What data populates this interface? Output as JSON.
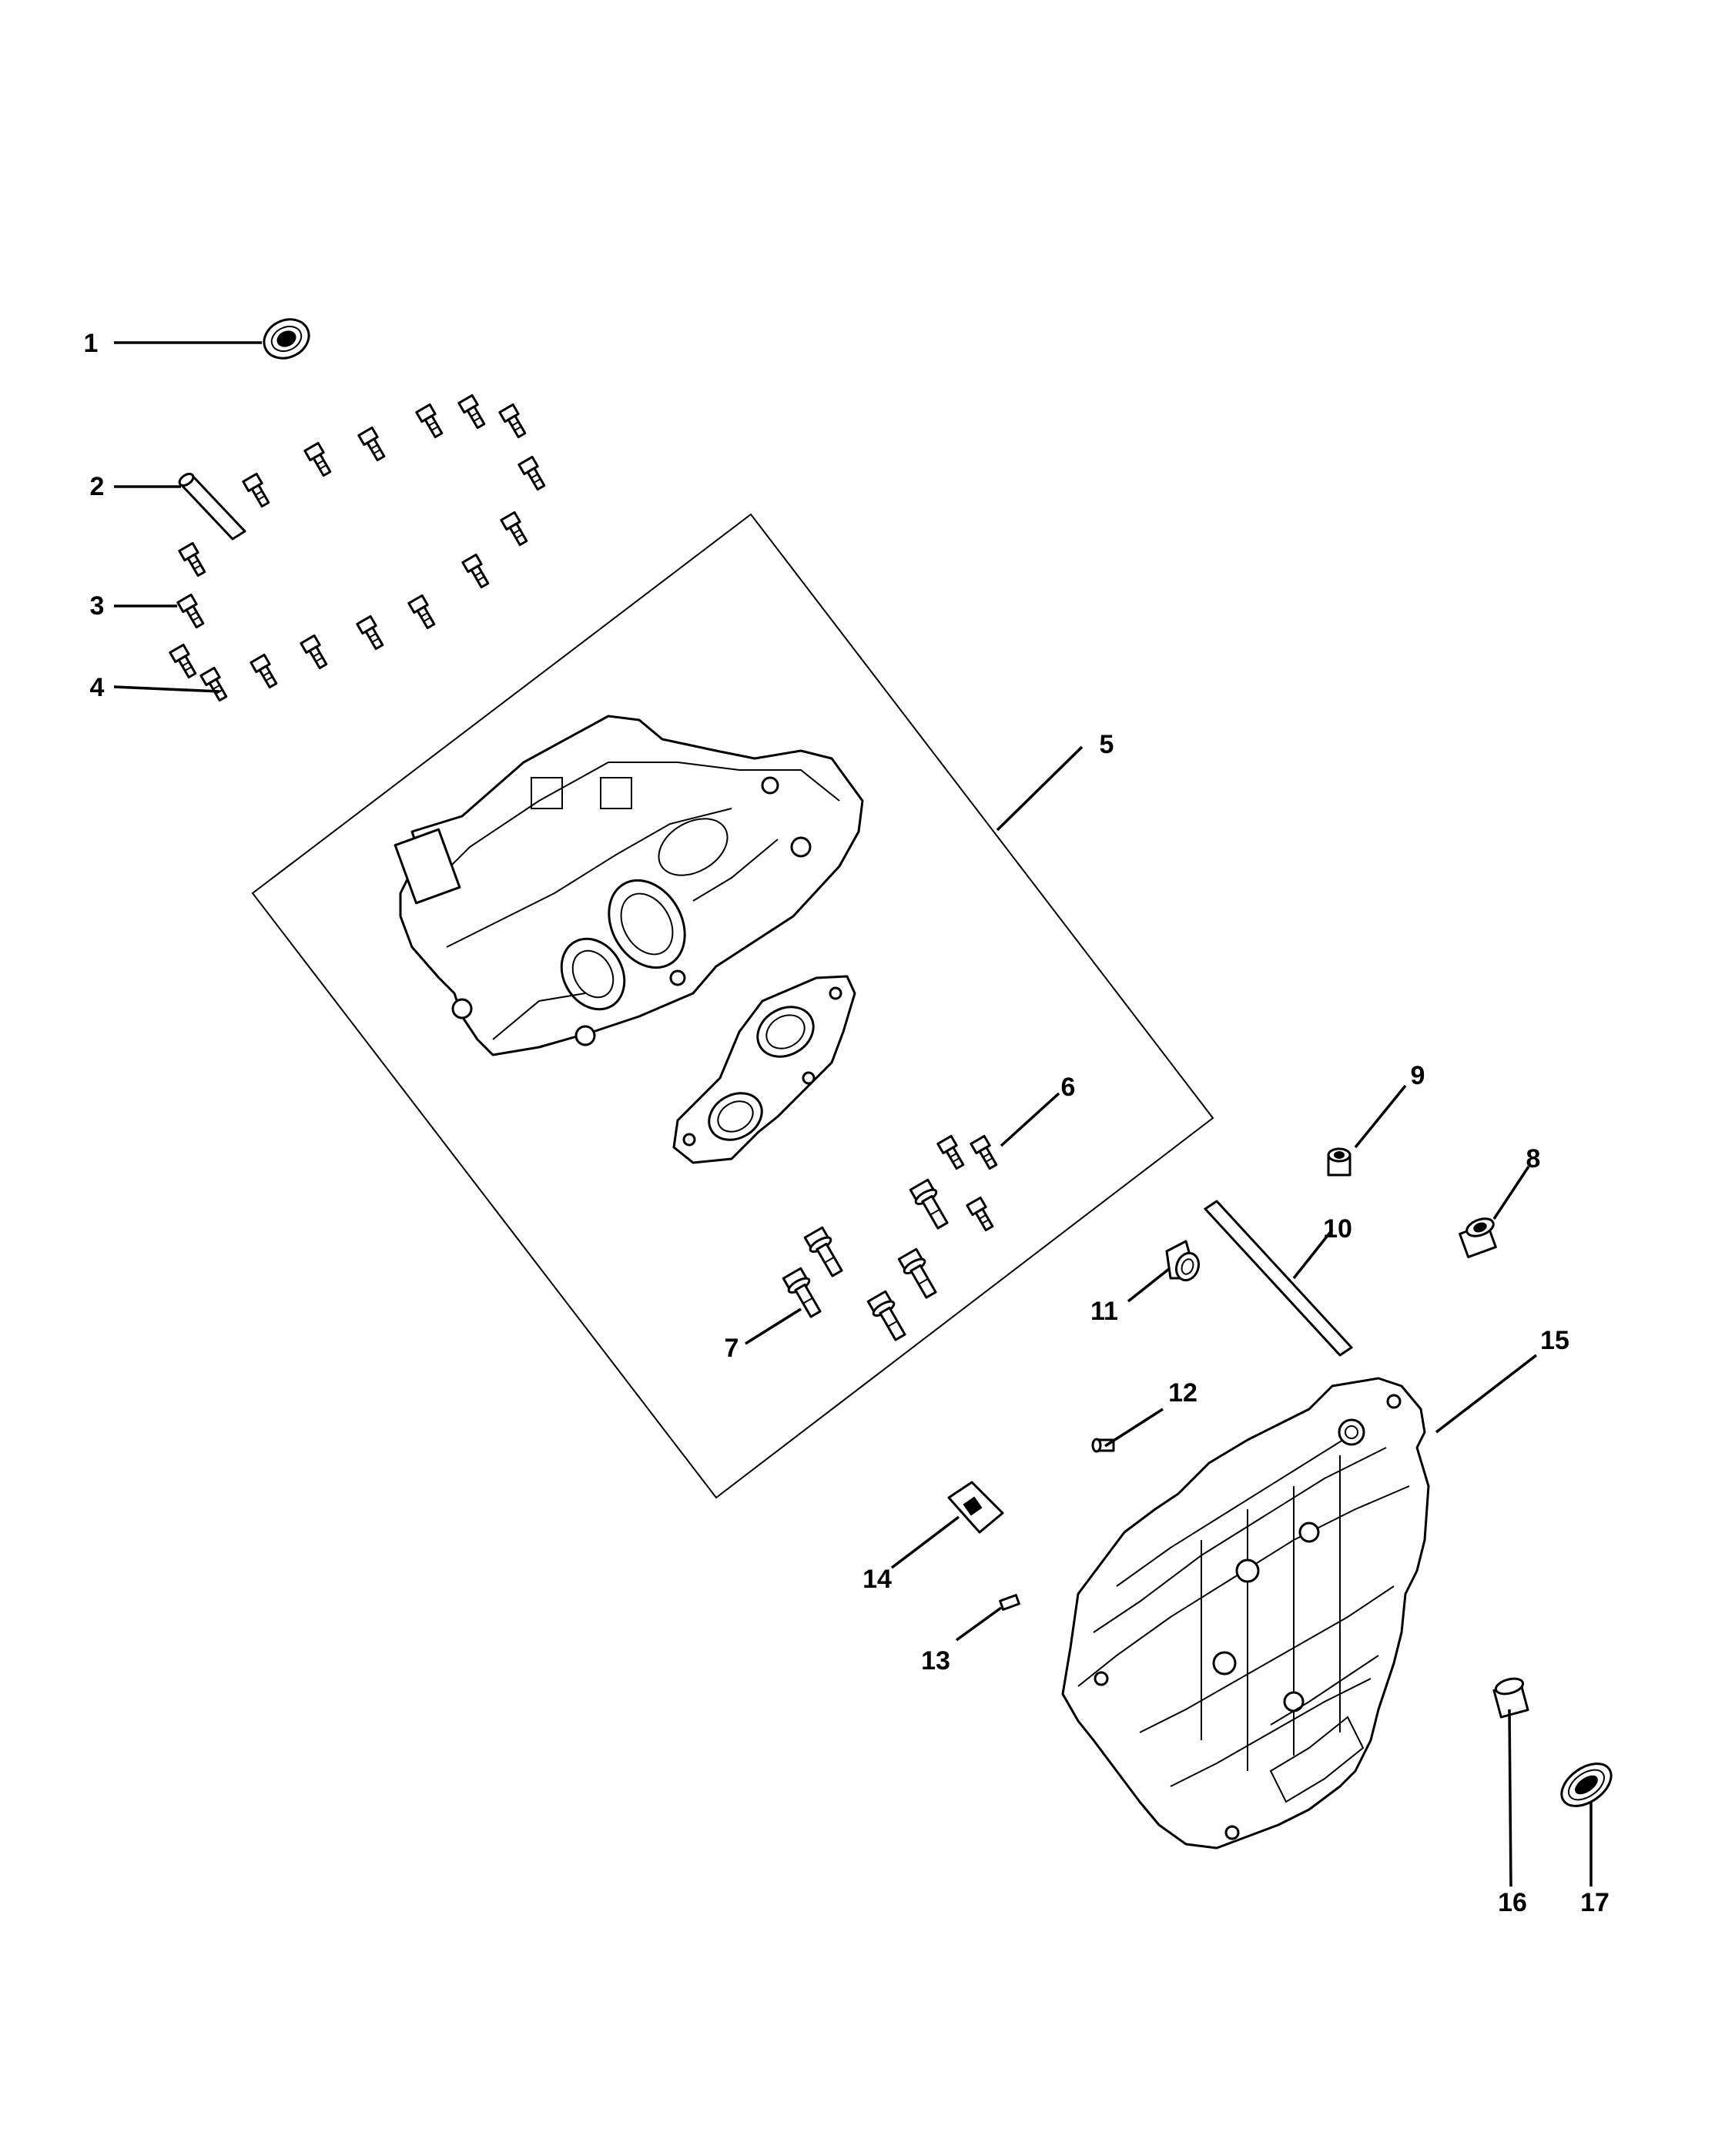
{
  "callouts": [
    {
      "id": "1",
      "label": "1"
    },
    {
      "id": "2",
      "label": "2"
    },
    {
      "id": "3",
      "label": "3"
    },
    {
      "id": "4",
      "label": "4"
    },
    {
      "id": "5",
      "label": "5"
    },
    {
      "id": "6",
      "label": "6"
    },
    {
      "id": "7",
      "label": "7"
    },
    {
      "id": "8",
      "label": "8"
    },
    {
      "id": "9",
      "label": "9"
    },
    {
      "id": "10",
      "label": "10"
    },
    {
      "id": "11",
      "label": "11"
    },
    {
      "id": "12",
      "label": "12"
    },
    {
      "id": "13",
      "label": "13"
    },
    {
      "id": "14",
      "label": "14"
    },
    {
      "id": "15",
      "label": "15"
    },
    {
      "id": "16",
      "label": "16"
    },
    {
      "id": "17",
      "label": "17"
    }
  ],
  "icons": {
    "seal": "oil-seal-icon",
    "dowel": "dowel-pin-icon",
    "bolt": "bolt-icon",
    "case_front": "transmission-case-front-icon",
    "case_rear": "transmission-case-rear-icon",
    "plate": "bearing-retainer-plate-icon",
    "bushing": "bushing-icon",
    "tube": "tube-icon",
    "fitting": "fitting-icon",
    "magnet": "magnet-icon"
  }
}
